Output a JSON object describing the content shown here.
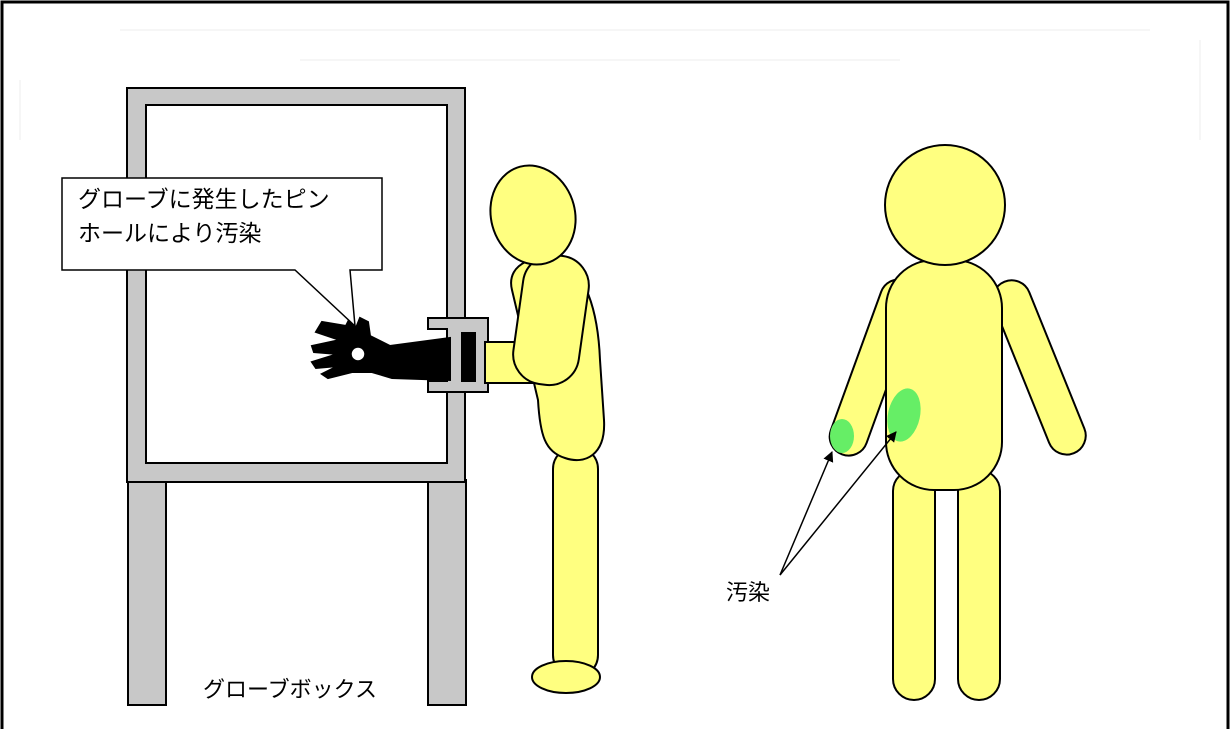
{
  "callout": {
    "line1": "グローブに発生したピン",
    "line2": "ホールにより汚染"
  },
  "glovebox_label": "グローブボックス",
  "contamination_label": "汚染",
  "colors": {
    "frame": "#c8c8c8",
    "body": "#ffff80",
    "contamination": "#66ee66",
    "glove": "#000000",
    "outline": "#000000"
  }
}
